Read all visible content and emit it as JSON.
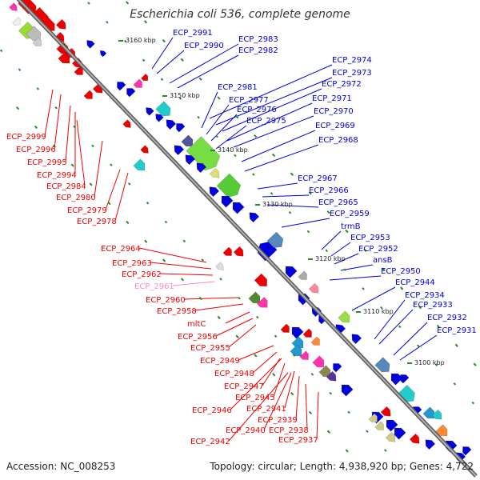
{
  "title": "Escherichia coli 536, complete genome",
  "accession": "Accession: NC_008253",
  "topology": "Topology: circular; Length: 4,938,920 bp; Genes: 4,722",
  "colors": {
    "forward": "#ee0000",
    "reverse": "#0000dd",
    "pseudo": "#ff88cc",
    "tick": "#2a8a2a",
    "backbone": "#888888"
  },
  "scale_labels": [
    "3160 kbp",
    "3150 kbp",
    "3140 kbp",
    "3130 kbp",
    "3120 kbp",
    "3110 kbp",
    "3100 kbp"
  ],
  "right_labels": [
    "ECP_2991",
    "ECP_2990",
    "ECP_2983",
    "ECP_2982",
    "ECP_2974",
    "ECP_2973",
    "ECP_2972",
    "ECP_2981",
    "ECP_2977",
    "ECP_2971",
    "ECP_2976",
    "ECP_2970",
    "ECP_2975",
    "ECP_2969",
    "ECP_2968",
    "ECP_2967",
    "ECP_2966",
    "ECP_2965",
    "ECP_2959",
    "trmB",
    "ECP_2953",
    "ECP_2952",
    "ansB",
    "ECP_2950",
    "ECP_2944",
    "ECP_2934",
    "ECP_2933",
    "ECP_2932",
    "ECP_2931"
  ],
  "left_labels": [
    "ECP_2999",
    "ECP_2996",
    "ECP_2995",
    "ECP_2994",
    "ECP_2984",
    "ECP_2980",
    "ECP_2979",
    "ECP_2978",
    "ECP_2964",
    "ECP_2963",
    "ECP_2962",
    "ECP_2961",
    "ECP_2960",
    "ECP_2958",
    "mltC",
    "ECP_2956",
    "ECP_2955",
    "ECP_2949",
    "ECP_2948",
    "ECP_2947",
    "ECP_2945",
    "ECP_2946",
    "ECP_2941",
    "ECP_2939",
    "ECP_2940",
    "ECP_2938",
    "ECP_2942",
    "ECP_2937"
  ]
}
